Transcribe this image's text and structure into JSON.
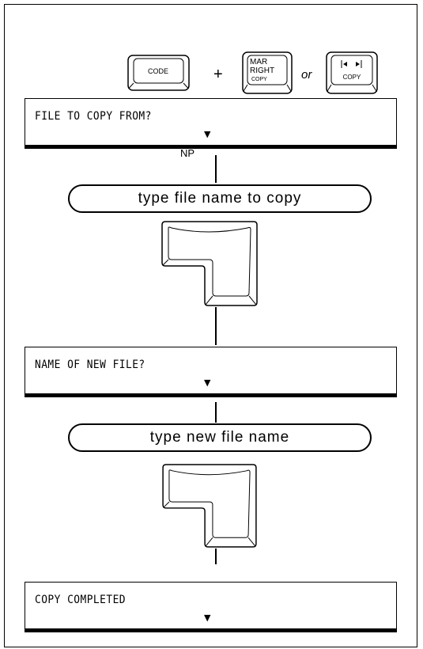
{
  "keys": {
    "code": "CODE",
    "mar_right_copy": [
      "MAR",
      "RIGHT",
      "COPY"
    ],
    "copy": "COPY"
  },
  "plus": "+",
  "or": "or",
  "displays": {
    "file_to_copy": "FILE TO COPY FROM?",
    "name_of_new_file": "NAME OF NEW FILE?",
    "copy_completed": "COPY COMPLETED"
  },
  "cursor": "▼",
  "np": "NP",
  "actions": {
    "type_file_name": "type file name to copy",
    "type_new_file_name": "type new file name"
  },
  "icons": [
    "return-key-icon",
    "return-key-icon"
  ]
}
